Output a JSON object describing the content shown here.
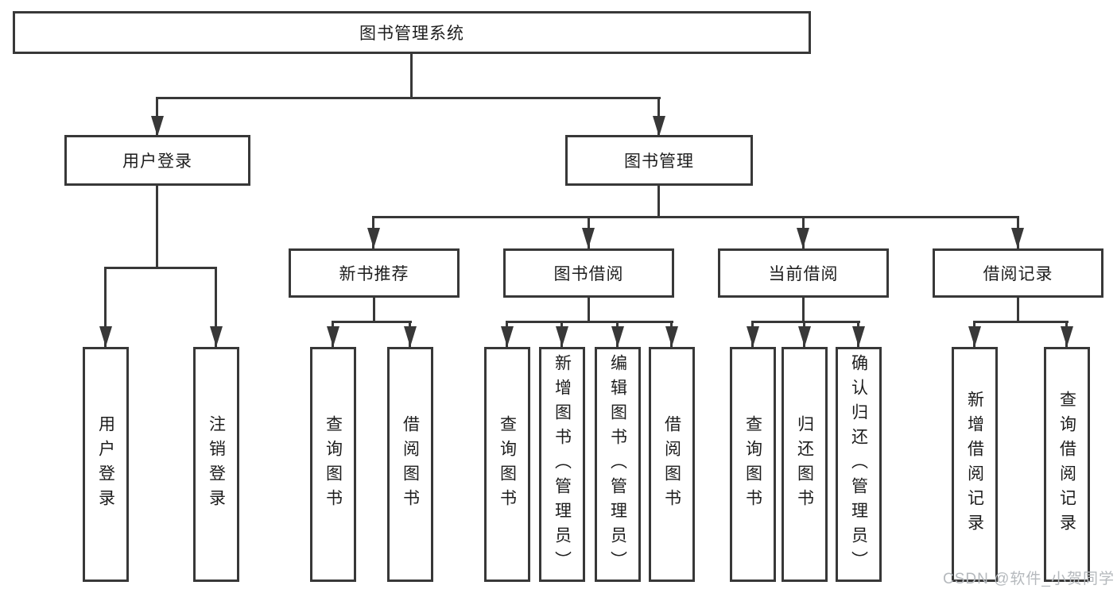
{
  "tree": {
    "root": {
      "label": "图书管理系统"
    },
    "user_login": {
      "label": "用户登录",
      "children": [
        {
          "label": "用户登录"
        },
        {
          "label": "注销登录"
        }
      ]
    },
    "book_mgmt": {
      "label": "图书管理"
    },
    "modules": [
      {
        "label": "新书推荐",
        "children": [
          {
            "label": "查询图书"
          },
          {
            "label": "借阅图书"
          }
        ]
      },
      {
        "label": "图书借阅",
        "children": [
          {
            "label": "查询图书"
          },
          {
            "label": "新增图书（管理员）"
          },
          {
            "label": "编辑图书（管理员）"
          },
          {
            "label": "借阅图书"
          }
        ]
      },
      {
        "label": "当前借阅",
        "children": [
          {
            "label": "查询图书"
          },
          {
            "label": "归还图书"
          },
          {
            "label": "确认归还（管理员）"
          }
        ]
      },
      {
        "label": "借阅记录",
        "children": [
          {
            "label": "新增借阅记录"
          },
          {
            "label": "查询借阅记录"
          }
        ]
      }
    ]
  },
  "watermark": {
    "text": "CSDN @软件_小贺同学"
  },
  "colors": {
    "line": "#383838",
    "ink": "#1d1d1d",
    "watermark": "#b5b9bd",
    "canvas_bg": "#ffffff"
  }
}
